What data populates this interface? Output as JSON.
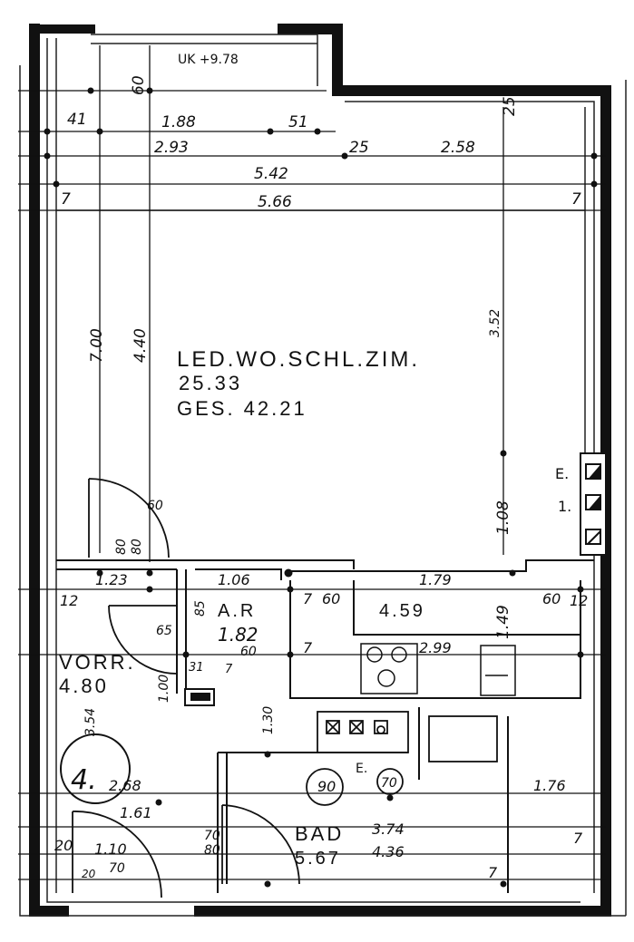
{
  "plan": {
    "level_note": "UK +9.78",
    "rooms": {
      "living": {
        "name": "LED.WO.SCHL.ZIM.",
        "area": "25.33",
        "total": "GES. 42.21"
      },
      "storage": {
        "name": "A.R",
        "area": "1.82"
      },
      "hall": {
        "name": "VORR.",
        "area": "4.80"
      },
      "bath": {
        "name": "BAD",
        "area": "5.67"
      },
      "kitchen": {
        "area": "4.59"
      }
    },
    "unit_number": "4.",
    "meter_labels": [
      "E.",
      "1."
    ],
    "bath_meter_label": "E.",
    "dims_top": [
      "60",
      "41",
      "1.88",
      "51",
      "2.93",
      "25",
      "2.58",
      "25",
      "5.42",
      "5.66",
      "7",
      "7"
    ],
    "dims_vertical": [
      "7.00",
      "4.40",
      "3.52",
      "1.08",
      "1.49",
      "3.54",
      "1.00",
      "1.30"
    ],
    "dims_middle": [
      "1.23",
      "1.06",
      "1.79",
      "12",
      "12",
      "60",
      "60",
      "7",
      "7",
      "85",
      "65",
      "60",
      "2.99",
      "80",
      "80"
    ],
    "dims_lower": [
      "2.68",
      "1.61",
      "1.76",
      "20",
      "1.10",
      "70",
      "80",
      "3.74",
      "4.36",
      "7",
      "7",
      "90",
      "70",
      "31",
      "7",
      "70",
      "20",
      "60"
    ]
  }
}
